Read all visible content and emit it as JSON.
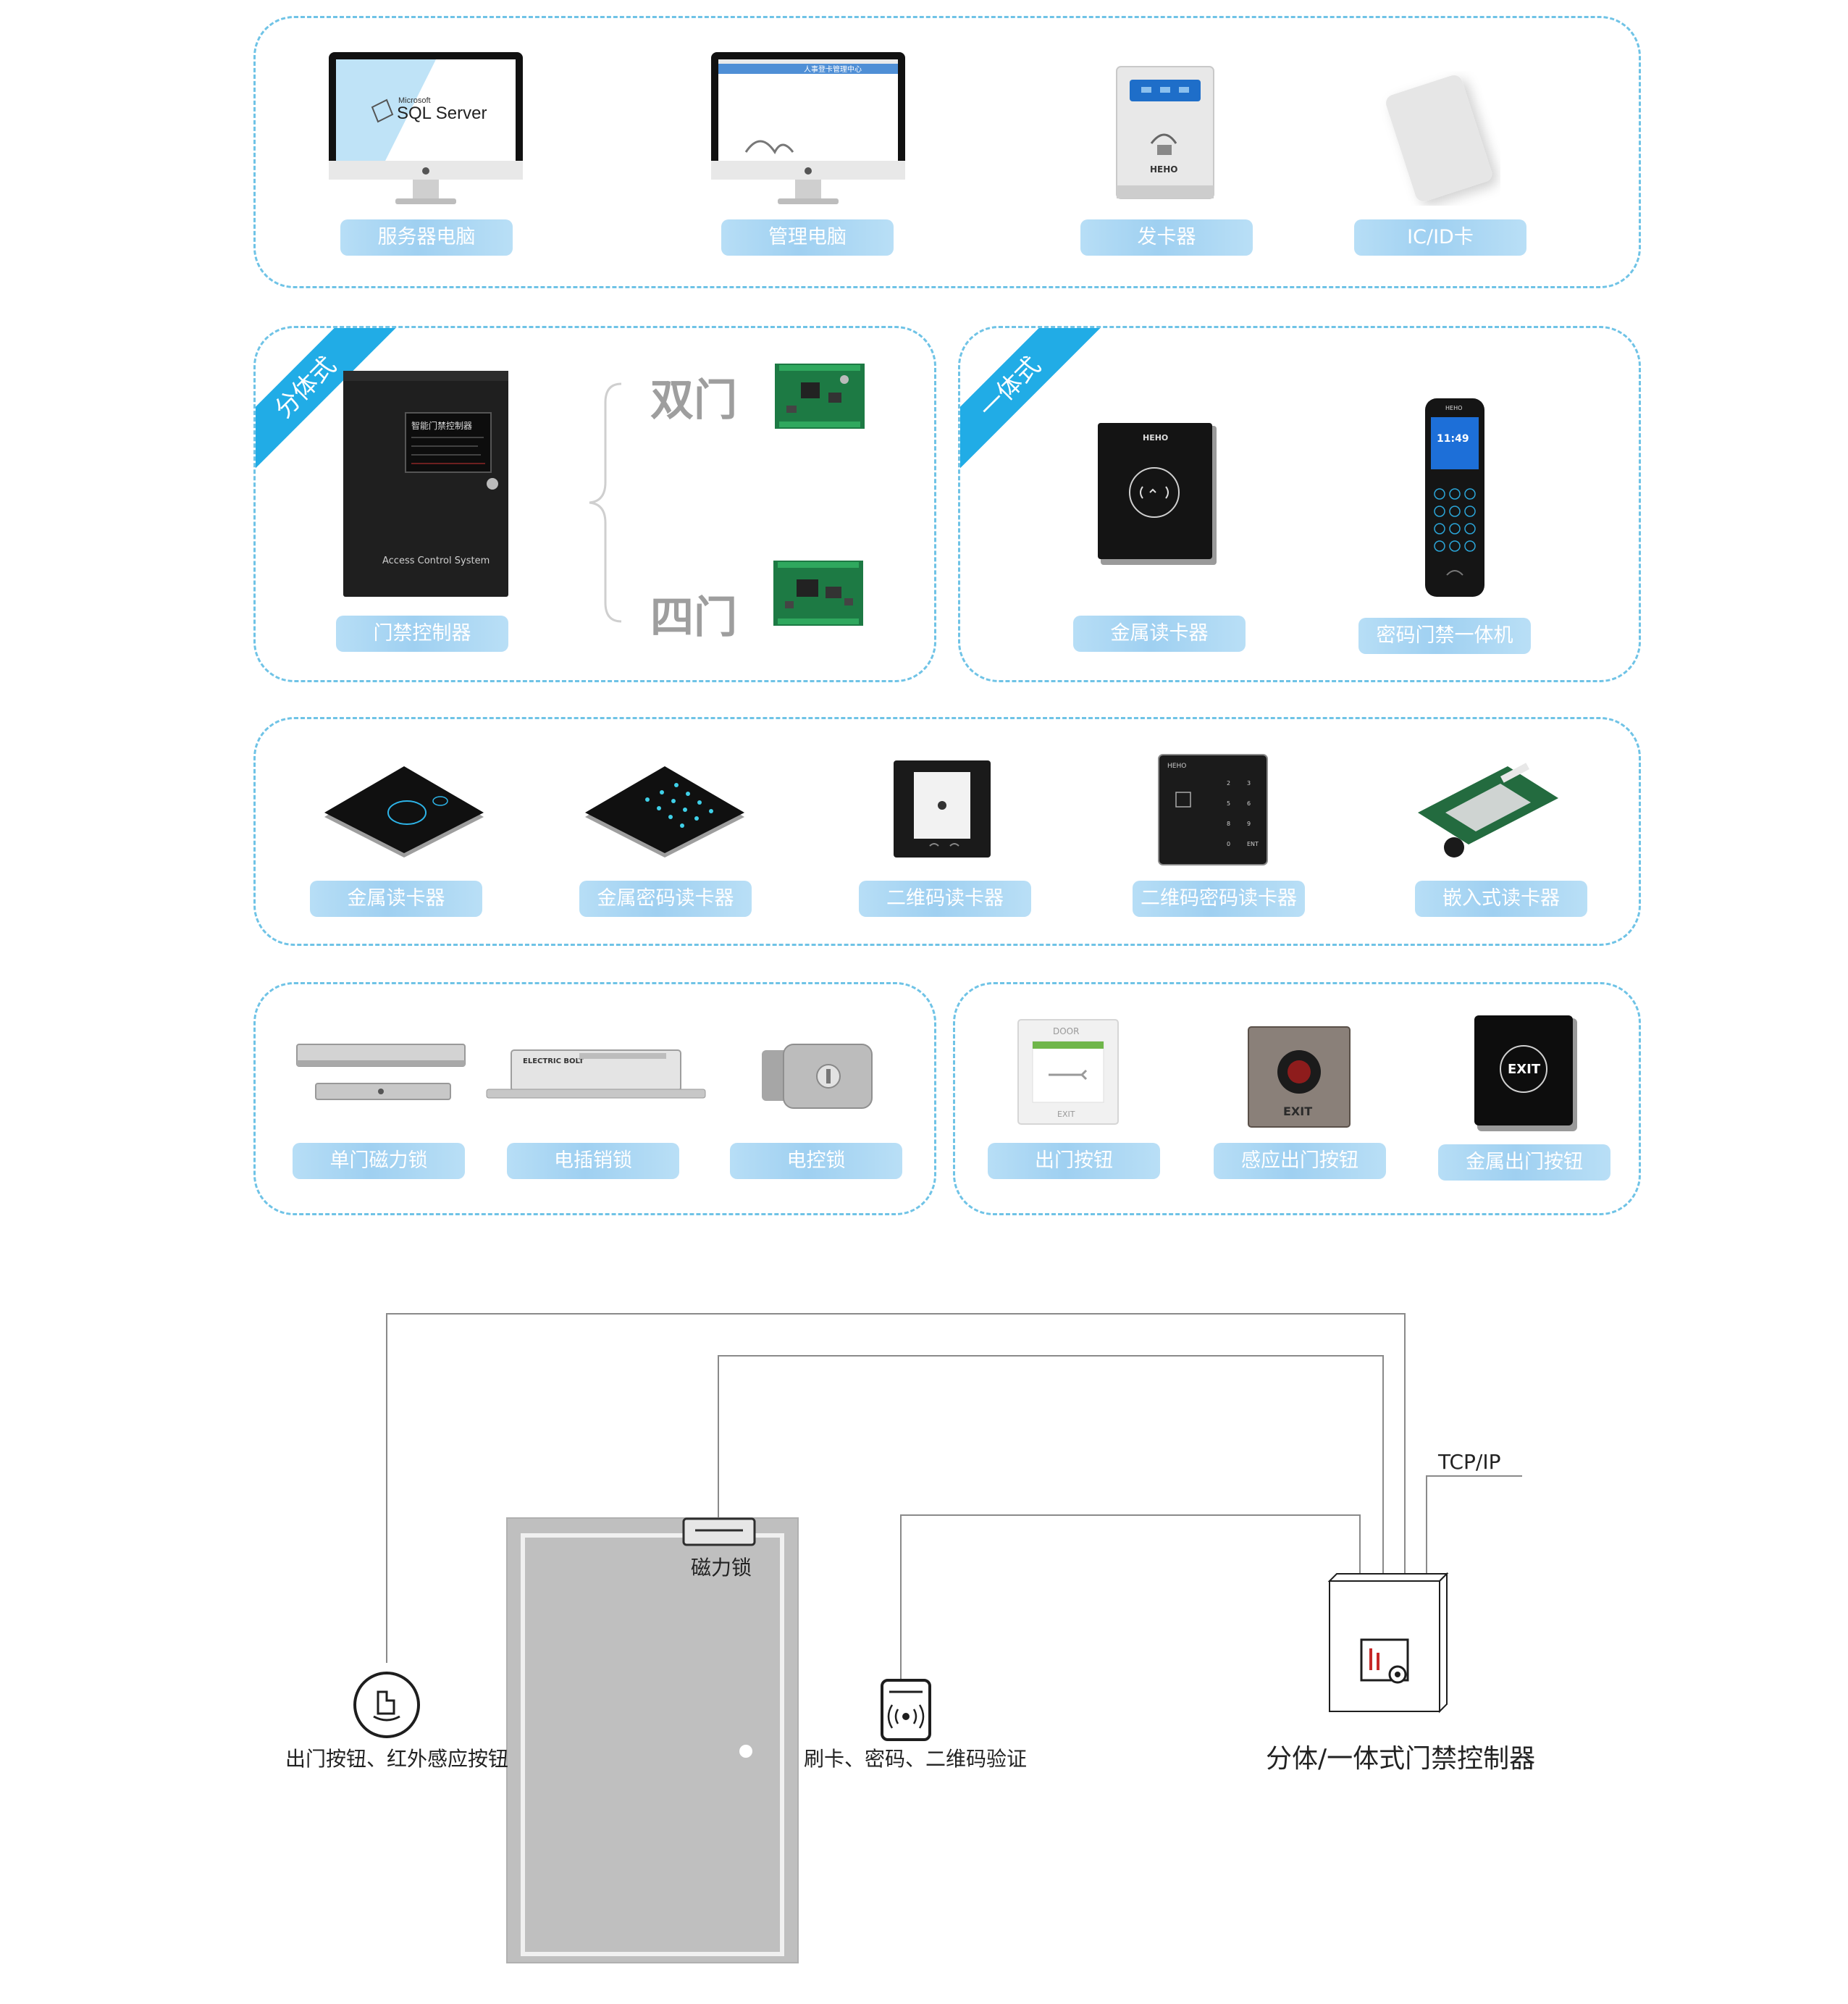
{
  "row1": {
    "items": [
      {
        "label": "服务器电脑"
      },
      {
        "label": "管理电脑"
      },
      {
        "label": "发卡器"
      },
      {
        "label": "IC/ID卡"
      }
    ],
    "sql_logo": {
      "brand": "Microsoft",
      "product": "SQL Server"
    },
    "mgmt_screen_title": "人事登卡管理中心",
    "card_issuer_brand": "HEHO"
  },
  "row2": {
    "left": {
      "ribbon": "分体式",
      "controller_label": "门禁控制器",
      "double_door": "双门",
      "four_door": "四门",
      "box_title": "智能门禁控制器",
      "box_brand": "Access Control System"
    },
    "right": {
      "ribbon": "一体式",
      "items": [
        {
          "label": "金属读卡器"
        },
        {
          "label": "密码门禁一体机"
        }
      ],
      "device_brand": "HEHO",
      "time": "11:49"
    }
  },
  "row3": {
    "items": [
      {
        "label": "金属读卡器"
      },
      {
        "label": "金属密码读卡器"
      },
      {
        "label": "二维码读卡器"
      },
      {
        "label": "二维码密码读卡器"
      },
      {
        "label": "嵌入式读卡器"
      }
    ]
  },
  "row4": {
    "left_items": [
      {
        "label": "单门磁力锁"
      },
      {
        "label": "电插销锁"
      },
      {
        "label": "电控锁"
      }
    ],
    "right_items": [
      {
        "label": "出门按钮"
      },
      {
        "label": "感应出门按钮"
      },
      {
        "label": "金属出门按钮"
      }
    ],
    "door_text": "DOOR",
    "exit_text": "EXIT",
    "bolt_brand": "ELECTRIC BOLT"
  },
  "wiring": {
    "lock_label": "磁力锁",
    "exit_button_label": "出门按钮、红外感应按钮",
    "reader_label": "刷卡、密码、二维码验证",
    "controller_label": "分体/一体式门禁控制器",
    "network_label": "TCP/IP"
  }
}
